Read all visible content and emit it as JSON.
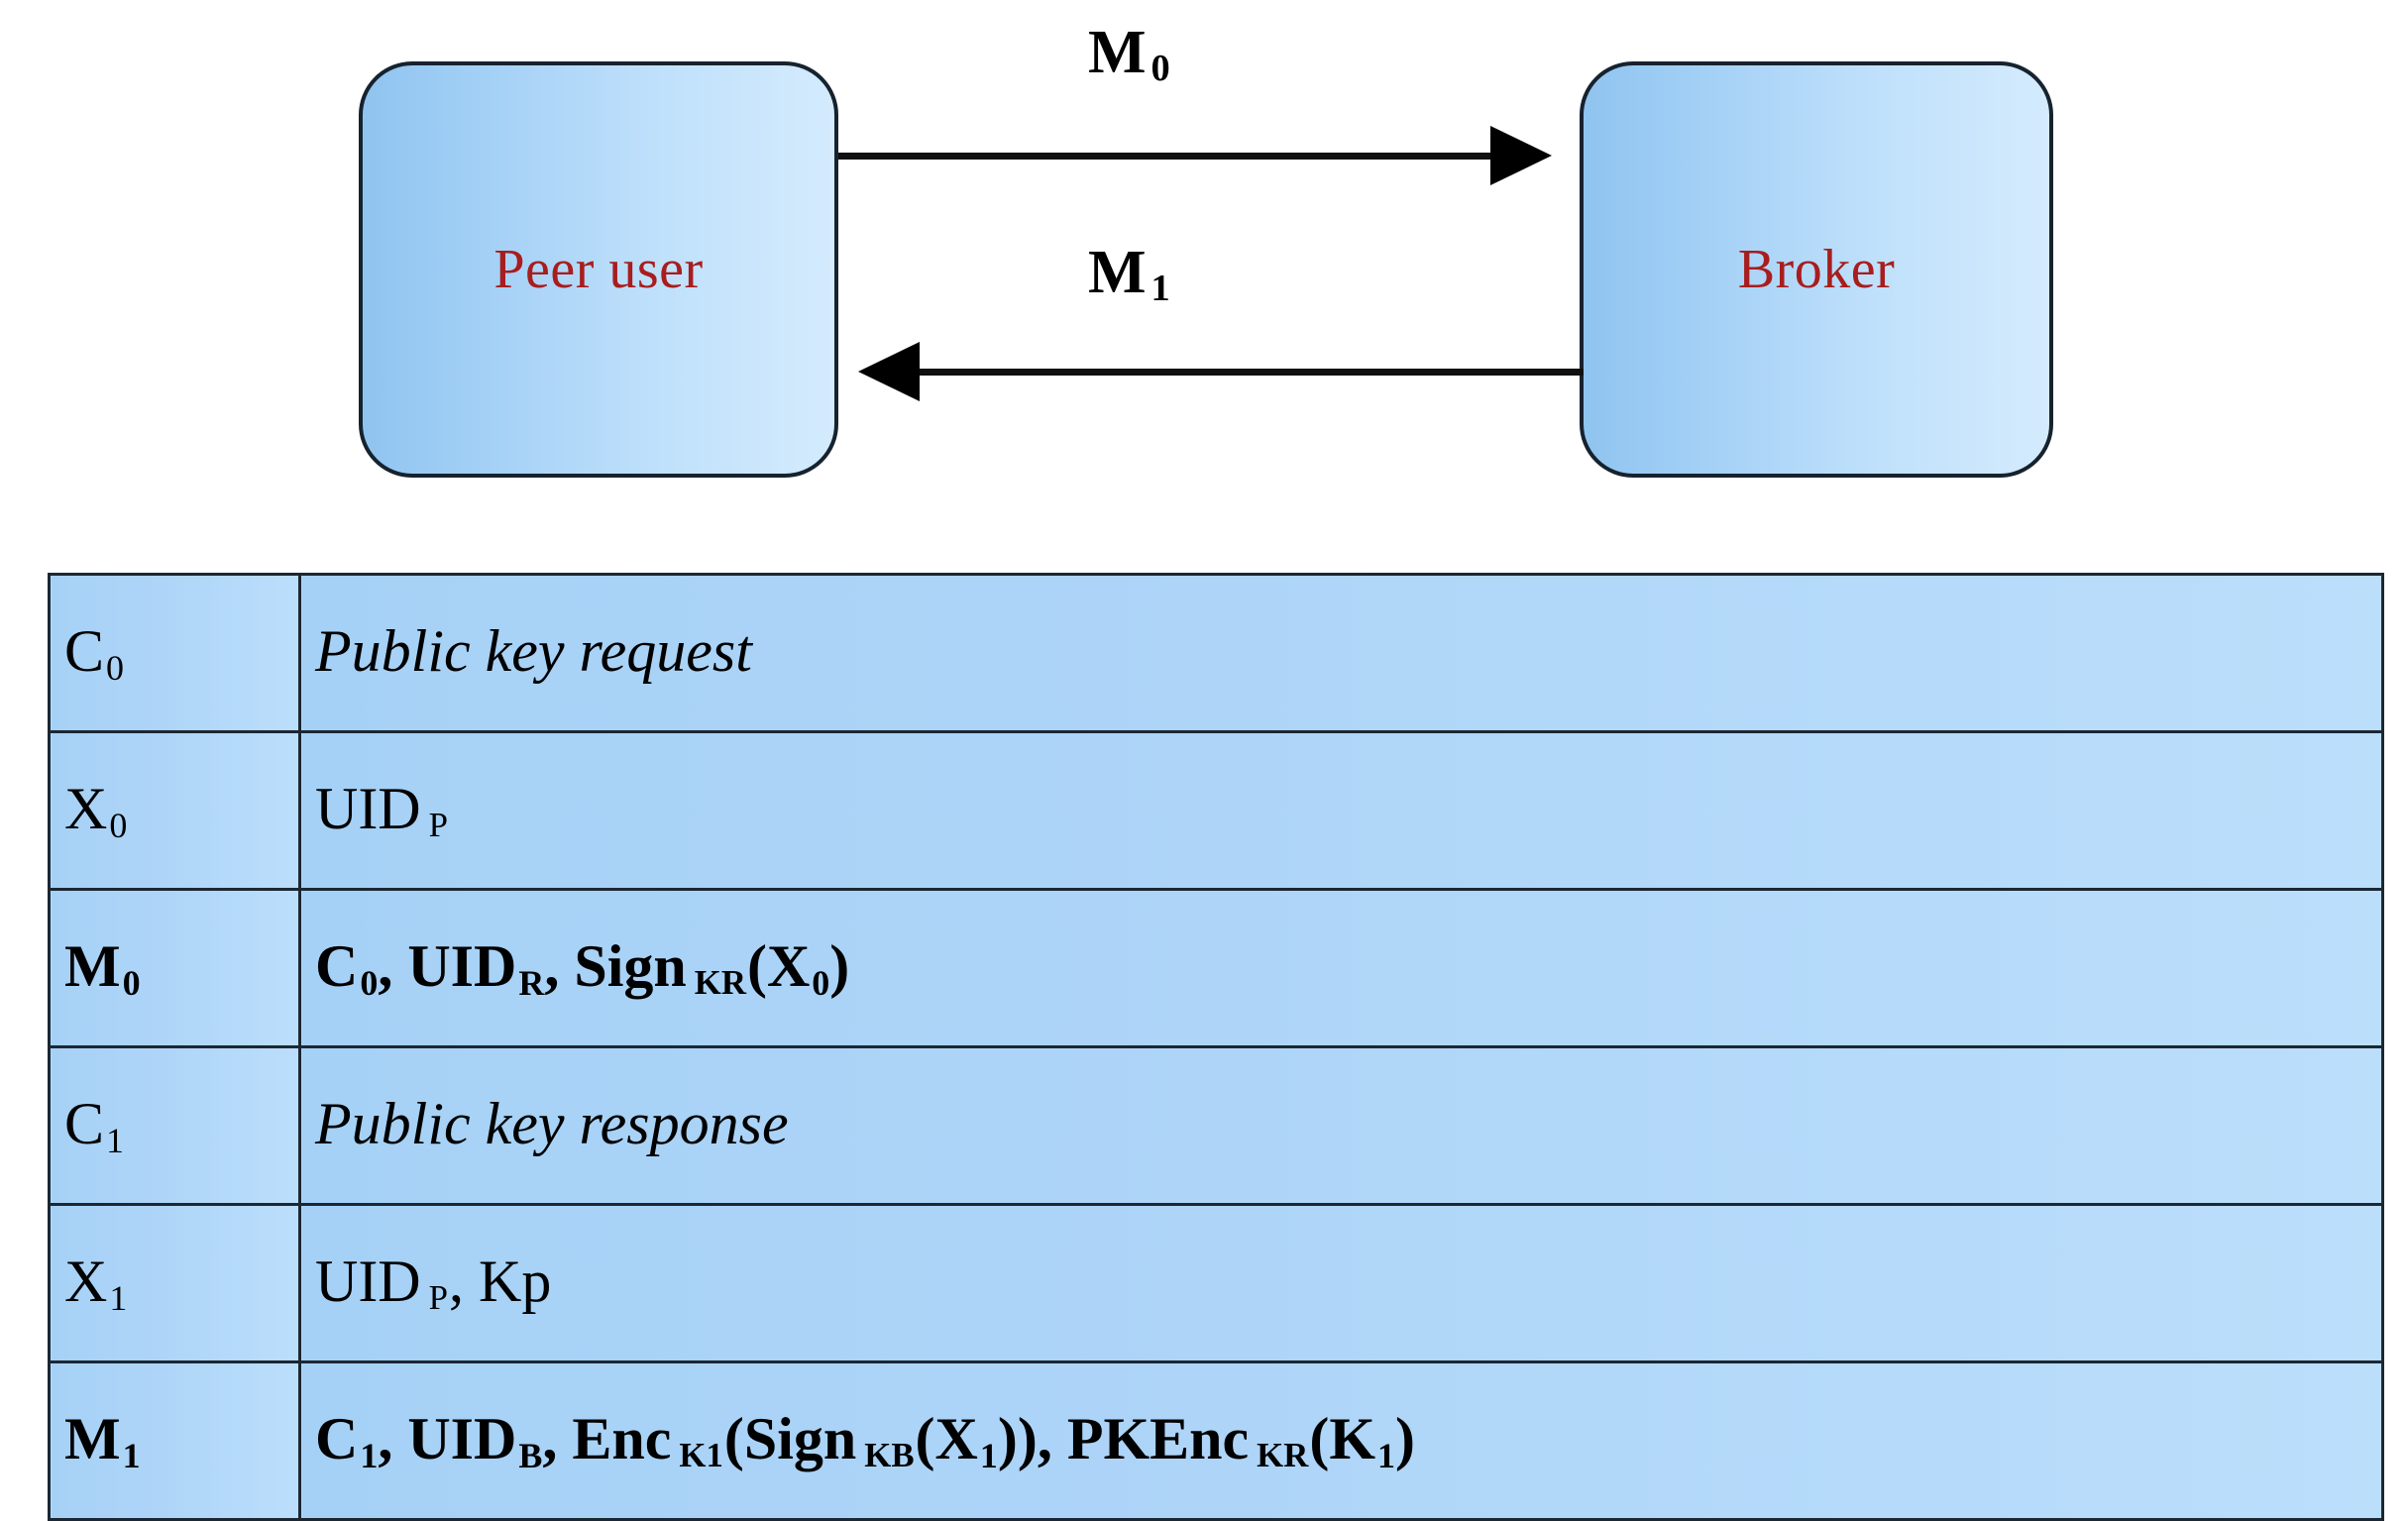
{
  "diagram": {
    "left_node": {
      "label": "Peer user",
      "color": "#a81d1d"
    },
    "right_node": {
      "label": "Broker",
      "color": "#a81d1d"
    },
    "arrows": [
      {
        "name": "M0",
        "base": "M",
        "sub": "0",
        "direction": "right",
        "label": "M 0"
      },
      {
        "name": "M1",
        "base": "M",
        "sub": "1",
        "direction": "left",
        "label": "M 1"
      }
    ]
  },
  "table": {
    "fill_color": "#a9d3f7",
    "border_color": "#1b2733",
    "rows": [
      {
        "key_plain": "C0",
        "key": {
          "base": "C",
          "sub": "0"
        },
        "bold": false,
        "value_plain": "Public key request",
        "value_style": "italic",
        "value_parts": [
          {
            "type": "italic",
            "text": "Public key request"
          }
        ]
      },
      {
        "key_plain": "X0",
        "key": {
          "base": "X",
          "sub": "0"
        },
        "bold": false,
        "value_plain": "UID P",
        "value_style": "normal",
        "value_parts": [
          {
            "type": "text",
            "text": "UID"
          },
          {
            "type": "smallcap-sub",
            "text": "P"
          }
        ]
      },
      {
        "key_plain": "M0",
        "key": {
          "base": "M",
          "sub": "0"
        },
        "bold": true,
        "value_plain": "C0, UIDR, Sign KR(X0)",
        "value_style": "bold",
        "value_parts": [
          {
            "type": "text",
            "text": "C"
          },
          {
            "type": "sub",
            "text": "0"
          },
          {
            "type": "text",
            "text": ", UID"
          },
          {
            "type": "sub",
            "text": "R"
          },
          {
            "type": "text",
            "text": ", Sign"
          },
          {
            "type": "smallcap-sub",
            "text": "KR"
          },
          {
            "type": "text",
            "text": "(X"
          },
          {
            "type": "sub",
            "text": "0"
          },
          {
            "type": "text",
            "text": ")"
          }
        ]
      },
      {
        "key_plain": "C1",
        "key": {
          "base": "C",
          "sub": "1"
        },
        "bold": false,
        "value_plain": "Public key response",
        "value_style": "italic",
        "value_parts": [
          {
            "type": "italic",
            "text": "Public key response"
          }
        ]
      },
      {
        "key_plain": "X1",
        "key": {
          "base": "X",
          "sub": "1"
        },
        "bold": false,
        "value_plain": "UID P, Kp",
        "value_style": "normal",
        "value_parts": [
          {
            "type": "text",
            "text": "UID"
          },
          {
            "type": "smallcap-sub",
            "text": "P"
          },
          {
            "type": "text",
            "text": ", Kp"
          }
        ]
      },
      {
        "key_plain": "M1",
        "key": {
          "base": "M",
          "sub": "1"
        },
        "bold": true,
        "value_plain": "C1, UIDB, EncK1(Sign KB(X1)), PKEnc KR(K1)",
        "value_style": "bold",
        "value_parts": [
          {
            "type": "text",
            "text": "C"
          },
          {
            "type": "sub",
            "text": "1"
          },
          {
            "type": "text",
            "text": ", UID"
          },
          {
            "type": "sub",
            "text": "B"
          },
          {
            "type": "text",
            "text": ", Enc"
          },
          {
            "type": "smallcap-sub",
            "text": "K1"
          },
          {
            "type": "text",
            "text": "(Sign"
          },
          {
            "type": "smallcap-sub",
            "text": "KB"
          },
          {
            "type": "text",
            "text": "(X"
          },
          {
            "type": "sub",
            "text": "1"
          },
          {
            "type": "text",
            "text": ")), PKEnc"
          },
          {
            "type": "smallcap-sub",
            "text": "KR"
          },
          {
            "type": "text",
            "text": "(K"
          },
          {
            "type": "sub",
            "text": "1"
          },
          {
            "type": "text",
            "text": ")"
          }
        ]
      }
    ]
  }
}
